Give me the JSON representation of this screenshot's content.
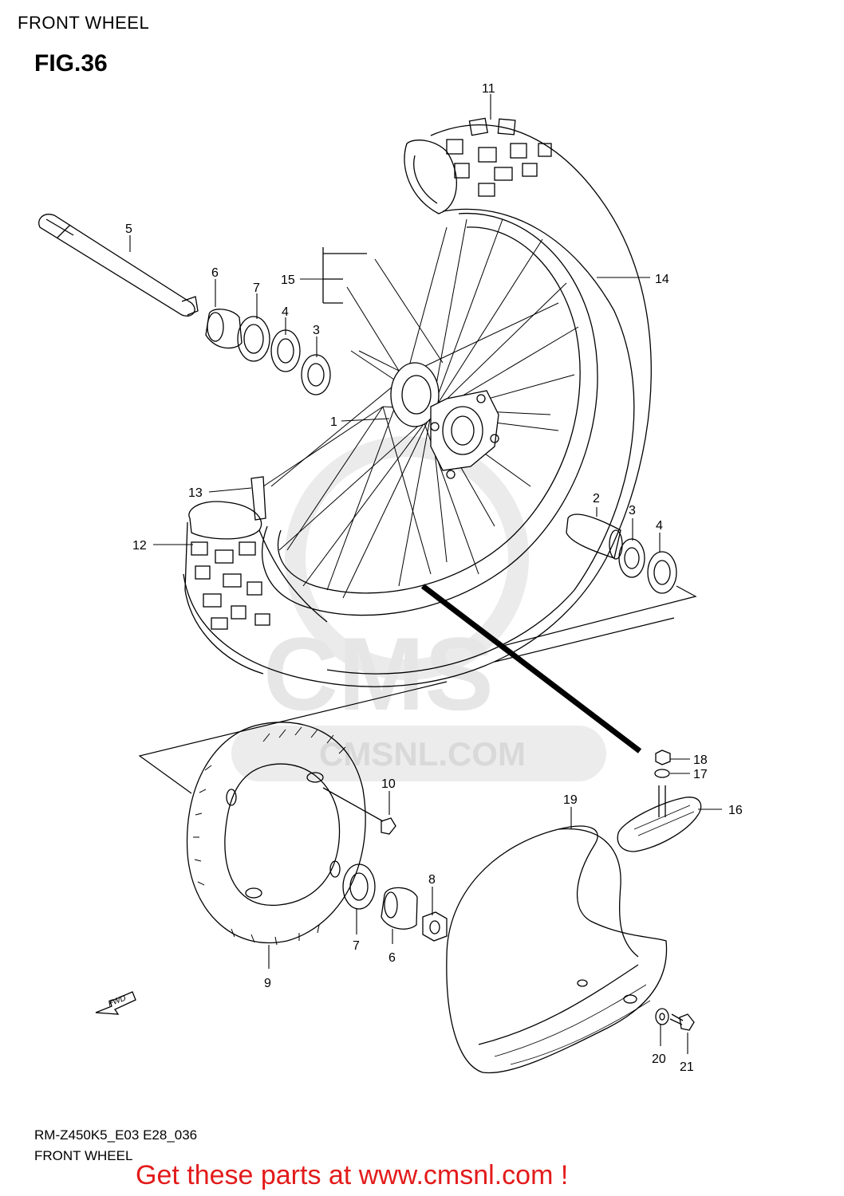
{
  "page": {
    "title": "FRONT WHEEL",
    "figure": "FIG.36"
  },
  "watermark": {
    "logo": "CMS",
    "url": "CMSNL.COM"
  },
  "callouts": {
    "c1": "1",
    "c2": "2",
    "c3a": "3",
    "c3b": "3",
    "c4a": "4",
    "c4b": "4",
    "c5": "5",
    "c6a": "6",
    "c6b": "6",
    "c7a": "7",
    "c7b": "7",
    "c8": "8",
    "c9": "9",
    "c10": "10",
    "c11": "11",
    "c12": "12",
    "c13": "13",
    "c14": "14",
    "c15": "15",
    "c16": "16",
    "c17": "17",
    "c18": "18",
    "c19": "19",
    "c20": "20",
    "c21": "21"
  },
  "fwd_label": "FWD",
  "footer": {
    "code": "RM-Z450K5_E03 E28_036",
    "name": "FRONT WHEEL",
    "promo": "Get these parts at www.cmsnl.com !"
  },
  "colors": {
    "promo": "#e31b1b",
    "watermark": "#e6e6e6",
    "line": "#000000"
  }
}
